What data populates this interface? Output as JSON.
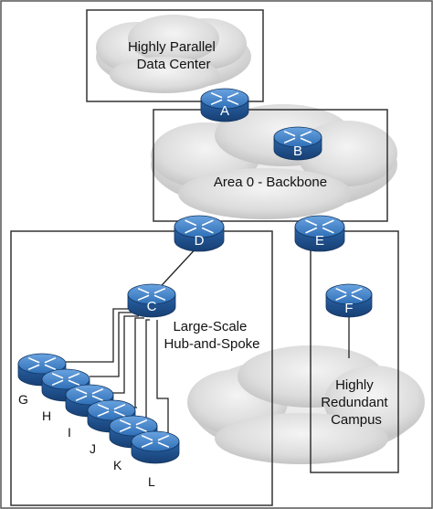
{
  "regions": {
    "data_center": "Highly Parallel\nData Center",
    "backbone": "Area 0 - Backbone",
    "hub_spoke": "Large-Scale\nHub-and-Spoke",
    "campus": "Highly\nRedundant\nCampus"
  },
  "routers": {
    "A": "A",
    "B": "B",
    "C": "C",
    "D": "D",
    "E": "E",
    "F": "F",
    "G": "G",
    "H": "H",
    "I": "I",
    "J": "J",
    "K": "K",
    "L": "L"
  },
  "colors": {
    "router_top": "#3f7ec4",
    "router_side": "#1f5a9c",
    "cloud": "#dcdcdc",
    "line": "#222222",
    "frame": "#333333"
  }
}
